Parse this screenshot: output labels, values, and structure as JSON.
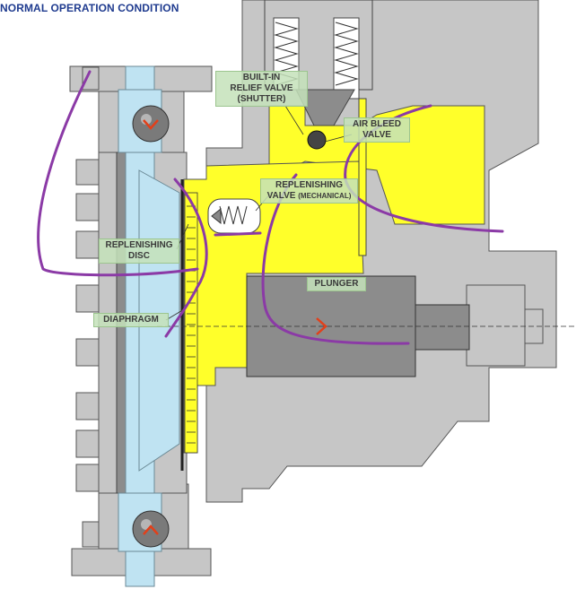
{
  "title": "NORMAL OPERATION CONDITION",
  "labels": {
    "relief_valve": [
      "BUILT-IN",
      "RELIEF VALVE",
      "(SHUTTER)"
    ],
    "air_bleed": [
      "AIR BLEED",
      "VALVE"
    ],
    "replenishing_valve_line1": "REPLENISHING",
    "replenishing_valve_line2": "VALVE",
    "replenishing_valve_suffix": "(MECHANICAL)",
    "replenishing_disc": [
      "REPLENISHING",
      "DISC"
    ],
    "plunger": "PLUNGER",
    "diaphragm": "DIAPHRAGM"
  },
  "colors": {
    "title": "#1f3b8f",
    "body_gray": "#b3b3b3",
    "dark_gray": "#8c8c8c",
    "oil_yellow": "#ffff2a",
    "fluid_blue": "#bfe3f2",
    "annotation_purple": "#8b3aa6",
    "arrow_red": "#e2401a"
  }
}
